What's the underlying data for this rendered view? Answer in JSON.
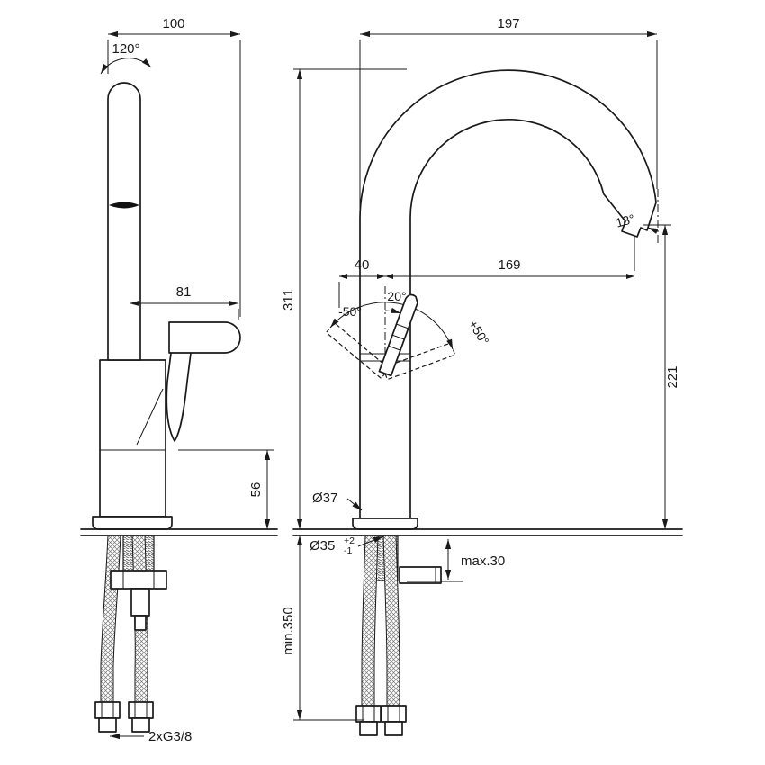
{
  "canvas": {
    "background": "#ffffff",
    "line_color": "#1a1a1a"
  },
  "side_view": {
    "width": "100",
    "swivel_angle": "120°",
    "handle_reach": "81",
    "base_height": "56",
    "connection": "2xG3/8"
  },
  "front_view": {
    "spout_reach": "197",
    "total_height": "311",
    "axis_offset": "40",
    "outlet_reach": "169",
    "outlet_angle": "18°",
    "lever_angle_left": "-50°",
    "lever_angle_front": "20°",
    "lever_angle_right": "+50°",
    "outlet_height": "221",
    "body_diameter": "Ø37",
    "hole_diameter": "Ø35",
    "hole_tolerance_plus": "+2",
    "hole_tolerance_minus": "-1",
    "max_deck_thickness": "max.30",
    "min_clearance": "min.350"
  }
}
